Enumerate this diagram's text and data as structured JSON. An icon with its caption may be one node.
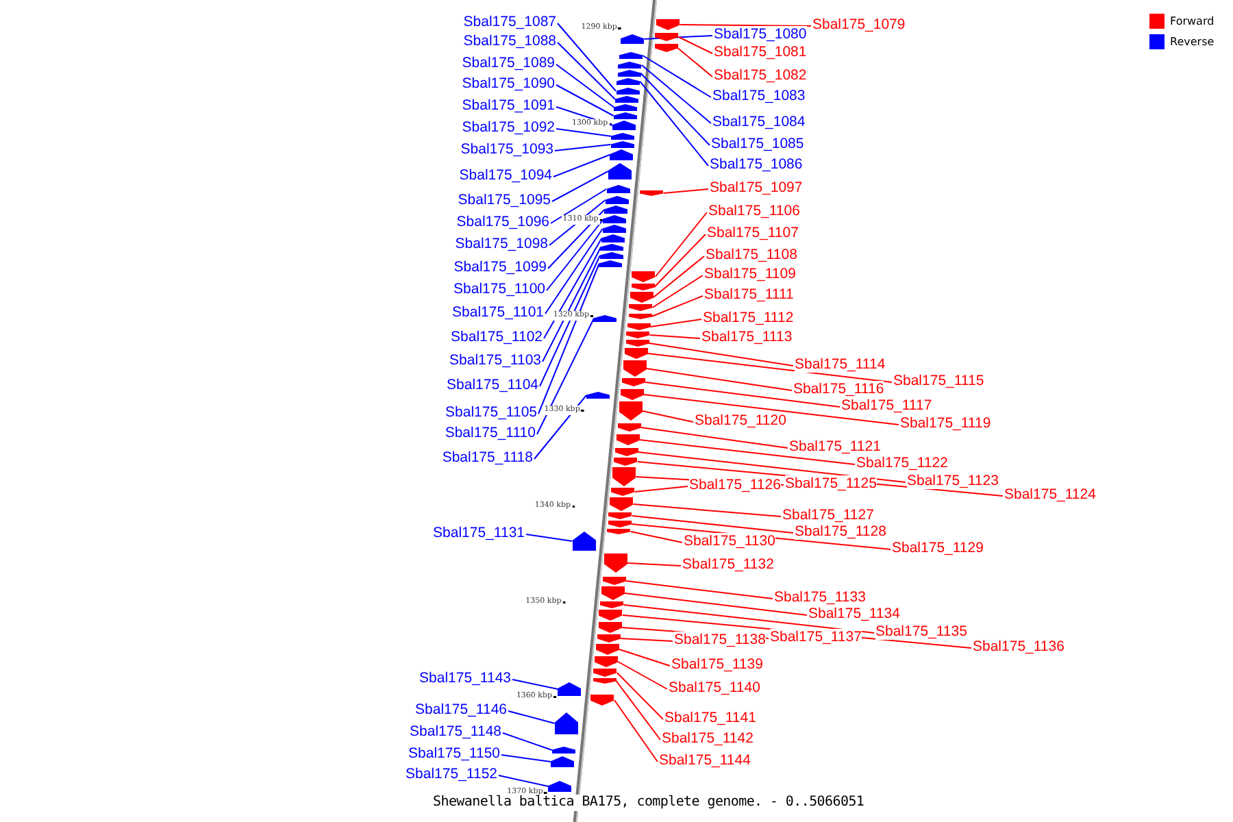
{
  "diagram": {
    "caption": "Shewanella baltica BA175, complete genome. - 0..5066051",
    "nodes": [
      {
        "text": [
          "Sbal175_1087"
        ]
      },
      {
        "text": [
          "Sbal175_1088"
        ]
      },
      {
        "text": [
          "Sbal175_1089"
        ]
      },
      {
        "text": [
          "Sbal175_1090"
        ]
      },
      {
        "text": [
          "Sbal175_1091"
        ]
      },
      {
        "text": [
          "Sbal175_1092"
        ]
      },
      {
        "text": [
          "Sbal175_1093"
        ]
      },
      {
        "text": [
          "Sbal175_1094"
        ]
      },
      {
        "text": [
          "Sbal175_1095"
        ]
      },
      {
        "text": [
          "Sbal175_1096"
        ]
      },
      {
        "text": [
          "Sbal175_1098"
        ]
      },
      {
        "text": [
          "Sbal175_1099"
        ]
      },
      {
        "text": [
          "Sbal175_1100"
        ]
      },
      {
        "text": [
          "Sbal175_1101"
        ]
      },
      {
        "text": [
          "Sbal175_1102"
        ]
      },
      {
        "text": [
          "Sbal175_1103"
        ]
      },
      {
        "text": [
          "Sbal175_1104"
        ]
      },
      {
        "text": [
          "Sbal175_1105"
        ]
      },
      {
        "text": [
          "Sbal175_1110"
        ]
      },
      {
        "text": [
          "Sbal175_1118"
        ]
      },
      {
        "text": [
          "Sbal175_1131"
        ]
      },
      {
        "text": [
          "Sbal175_1143"
        ]
      },
      {
        "text": [
          "Sbal175_1146"
        ]
      },
      {
        "text": [
          "Sbal175_1148"
        ]
      },
      {
        "text": [
          "Sbal175_1150"
        ]
      },
      {
        "text": [
          "Sbal175_1152"
        ]
      },
      {
        "text": [
          "Sbal175_1079"
        ]
      },
      {
        "text": [
          "Sbal175_1080"
        ]
      },
      {
        "text": [
          "Sbal175_1081"
        ]
      },
      {
        "text": [
          "Sbal175_1082"
        ]
      },
      {
        "text": [
          "Sbal175_1083"
        ]
      },
      {
        "text": [
          "Sbal175_1084"
        ]
      },
      {
        "text": [
          "Sbal175_1085"
        ]
      },
      {
        "text": [
          "Sbal175_1086"
        ]
      },
      {
        "text": [
          "Sbal175_1097"
        ]
      },
      {
        "text": [
          "Sbal175_1106"
        ]
      },
      {
        "text": [
          "Sbal175_1107"
        ]
      },
      {
        "text": [
          "Sbal175_1108"
        ]
      },
      {
        "text": [
          "Sbal175_1109"
        ]
      },
      {
        "text": [
          "Sbal175_1111"
        ]
      },
      {
        "text": [
          "Sbal175_1112"
        ]
      },
      {
        "text": [
          "Sbal175_1113"
        ]
      },
      {
        "text": [
          "Sbal175_1114"
        ]
      },
      {
        "text": [
          "Sbal175_1115"
        ]
      },
      {
        "text": [
          "Sbal175_1116"
        ]
      },
      {
        "text": [
          "Sbal175_1117"
        ]
      },
      {
        "text": [
          "Sbal175_1119"
        ]
      },
      {
        "text": [
          "Sbal175_1120"
        ]
      },
      {
        "text": [
          "Sbal175_1121"
        ]
      },
      {
        "text": [
          "Sbal175_1122"
        ]
      },
      {
        "text": [
          "Sbal175_1123"
        ]
      },
      {
        "text": [
          "Sbal175_1124"
        ]
      },
      {
        "text": [
          "Sbal175_1125"
        ]
      },
      {
        "text": [
          "Sbal175_1126"
        ]
      },
      {
        "text": [
          "Sbal175_1127"
        ]
      },
      {
        "text": [
          "Sbal175_1128"
        ]
      },
      {
        "text": [
          "Sbal175_1129"
        ]
      },
      {
        "text": [
          "Sbal175_1130"
        ]
      },
      {
        "text": [
          "Sbal175_1132"
        ]
      },
      {
        "text": [
          "Sbal175_1133"
        ]
      },
      {
        "text": [
          "Sbal175_1134"
        ]
      },
      {
        "text": [
          "Sbal175_1135"
        ]
      },
      {
        "text": [
          "Sbal175_1136"
        ]
      },
      {
        "text": [
          "Sbal175_1137"
        ]
      },
      {
        "text": [
          "Sbal175_1138"
        ]
      },
      {
        "text": [
          "Sbal175_1139"
        ]
      },
      {
        "text": [
          "Sbal175_1140"
        ]
      },
      {
        "text": [
          "Sbal175_1141"
        ]
      },
      {
        "text": [
          "Sbal175_1142"
        ]
      },
      {
        "text": [
          "Sbal175_1144"
        ]
      },
      {
        "text": [],
        "shape": "arrow"
      },
      {
        "text": [],
        "shape": "arrow"
      },
      {
        "text": [],
        "shape": "arrow"
      },
      {
        "text": [],
        "shape": "arrow"
      },
      {
        "text": [],
        "shape": "arrow"
      },
      {
        "text": [],
        "shape": "arrow"
      },
      {
        "text": [],
        "shape": "arrow"
      },
      {
        "text": [],
        "shape": "arrow"
      },
      {
        "text": [],
        "shape": "arrow"
      },
      {
        "text": [],
        "shape": "arrow"
      },
      {
        "text": [],
        "shape": "arrow"
      },
      {
        "text": [],
        "shape": "arrow"
      },
      {
        "text": [],
        "shape": "arrow"
      },
      {
        "text": [],
        "shape": "arrow"
      },
      {
        "text": [],
        "shape": "arrow"
      },
      {
        "text": [],
        "shape": "arrow"
      },
      {
        "text": [],
        "shape": "arrow"
      },
      {
        "text": [],
        "shape": "arrow"
      },
      {
        "text": [],
        "shape": "arrow"
      },
      {
        "text": [],
        "shape": "arrow"
      },
      {
        "text": [],
        "shape": "arrow"
      },
      {
        "text": [],
        "shape": "arrow"
      },
      {
        "text": [],
        "shape": "arrow"
      },
      {
        "text": [],
        "shape": "arrow"
      },
      {
        "text": [],
        "shape": "arrow"
      },
      {
        "text": [],
        "shape": "arrow"
      },
      {
        "text": [],
        "shape": "arrow"
      },
      {
        "text": [],
        "shape": "arrow"
      },
      {
        "text": [],
        "shape": "arrow"
      },
      {
        "text": [],
        "shape": "arrow"
      },
      {
        "text": [],
        "shape": "arrow"
      },
      {
        "text": [],
        "shape": "arrow"
      },
      {
        "text": [],
        "shape": "arrow"
      },
      {
        "text": [],
        "shape": "arrow"
      },
      {
        "text": [],
        "shape": "arrow"
      },
      {
        "text": [],
        "shape": "arrow"
      },
      {
        "text": [],
        "shape": "arrow"
      },
      {
        "text": [],
        "shape": "arrow"
      },
      {
        "text": [],
        "shape": "arrow"
      },
      {
        "text": [],
        "shape": "arrow"
      },
      {
        "text": [],
        "shape": "arrow"
      },
      {
        "text": [],
        "shape": "arrow"
      },
      {
        "text": [],
        "shape": "arrow"
      },
      {
        "text": [],
        "shape": "arrow"
      },
      {
        "text": [],
        "shape": "arrow"
      },
      {
        "text": [],
        "shape": "arrow"
      },
      {
        "text": [],
        "shape": "arrow"
      },
      {
        "text": [],
        "shape": "arrow"
      },
      {
        "text": [],
        "shape": "arrow"
      },
      {
        "text": [],
        "shape": "arrow"
      },
      {
        "text": [],
        "shape": "arrow"
      },
      {
        "text": [],
        "shape": "arrow"
      },
      {
        "text": [],
        "shape": "arrow"
      },
      {
        "text": [],
        "shape": "arrow"
      },
      {
        "text": [],
        "shape": "arrow"
      },
      {
        "text": [],
        "shape": "arrow"
      },
      {
        "text": [],
        "shape": "arrow"
      },
      {
        "text": [],
        "shape": "arrow"
      },
      {
        "text": [],
        "shape": "arrow"
      },
      {
        "text": [],
        "shape": "arrow"
      },
      {
        "text": [],
        "shape": "arrow"
      },
      {
        "text": [],
        "shape": "arrow"
      },
      {
        "text": [],
        "shape": "arrow"
      },
      {
        "text": [],
        "shape": "arrow"
      },
      {
        "text": [],
        "shape": "arrow"
      },
      {
        "text": [],
        "shape": "arrow"
      },
      {
        "text": [],
        "shape": "arrow"
      },
      {
        "text": [],
        "shape": "arrow"
      },
      {
        "text": [],
        "shape": "arrow"
      },
      {
        "text": [],
        "shape": "arrow"
      }
    ],
    "edges": [
      {
        "from": 0,
        "to": 78,
        "arrow": "none",
        "color": "#0000ff"
      },
      {
        "from": 1,
        "to": 79,
        "arrow": "none",
        "color": "#0000ff"
      },
      {
        "from": 2,
        "to": 80,
        "arrow": "none",
        "color": "#0000ff"
      },
      {
        "from": 3,
        "to": 81,
        "arrow": "none",
        "color": "#0000ff"
      },
      {
        "from": 4,
        "to": 82,
        "arrow": "none",
        "color": "#0000ff"
      },
      {
        "from": 5,
        "to": 83,
        "arrow": "none",
        "color": "#0000ff"
      },
      {
        "from": 6,
        "to": 84,
        "arrow": "none",
        "color": "#0000ff"
      },
      {
        "from": 7,
        "to": 85,
        "arrow": "none",
        "color": "#0000ff"
      },
      {
        "from": 8,
        "to": 86,
        "arrow": "none",
        "color": "#0000ff"
      },
      {
        "from": 9,
        "to": 87,
        "arrow": "none",
        "color": "#0000ff"
      },
      {
        "from": 10,
        "to": 89,
        "arrow": "none",
        "color": "#0000ff"
      },
      {
        "from": 11,
        "to": 90,
        "arrow": "none",
        "color": "#0000ff"
      },
      {
        "from": 12,
        "to": 91,
        "arrow": "none",
        "color": "#0000ff"
      },
      {
        "from": 13,
        "to": 92,
        "arrow": "none",
        "color": "#0000ff"
      },
      {
        "from": 14,
        "to": 93,
        "arrow": "none",
        "color": "#0000ff"
      },
      {
        "from": 15,
        "to": 94,
        "arrow": "none",
        "color": "#0000ff"
      },
      {
        "from": 16,
        "to": 95,
        "arrow": "none",
        "color": "#0000ff"
      },
      {
        "from": 17,
        "to": 96,
        "arrow": "none",
        "color": "#0000ff"
      },
      {
        "from": 18,
        "to": 102,
        "arrow": "none",
        "color": "#0000ff"
      },
      {
        "from": 19,
        "to": 109,
        "arrow": "none",
        "color": "#0000ff"
      },
      {
        "from": 20,
        "to": 122,
        "arrow": "none",
        "color": "#0000ff"
      },
      {
        "from": 21,
        "to": 135,
        "arrow": "none",
        "color": "#0000ff"
      },
      {
        "from": 22,
        "to": 136,
        "arrow": "none",
        "color": "#0000ff"
      },
      {
        "from": 23,
        "to": 137,
        "arrow": "none",
        "color": "#0000ff"
      },
      {
        "from": 24,
        "to": 138,
        "arrow": "none",
        "color": "#0000ff"
      },
      {
        "from": 25,
        "to": 139,
        "arrow": "none",
        "color": "#0000ff"
      },
      {
        "from": 26,
        "to": 70,
        "arrow": "none"
      },
      {
        "from": 27,
        "to": 71,
        "arrow": "none",
        "color": "#0000ff"
      },
      {
        "from": 28,
        "to": 72,
        "arrow": "none"
      },
      {
        "from": 29,
        "to": 73,
        "arrow": "none"
      },
      {
        "from": 30,
        "to": 74,
        "arrow": "none",
        "color": "#0000ff"
      },
      {
        "from": 31,
        "to": 75,
        "arrow": "none",
        "color": "#0000ff"
      },
      {
        "from": 32,
        "to": 76,
        "arrow": "none",
        "color": "#0000ff"
      },
      {
        "from": 33,
        "to": 77,
        "arrow": "none",
        "color": "#0000ff"
      },
      {
        "from": 34,
        "to": 88,
        "arrow": "none"
      },
      {
        "from": 35,
        "to": 97,
        "arrow": "none"
      },
      {
        "from": 36,
        "to": 98,
        "arrow": "none"
      },
      {
        "from": 37,
        "to": 99,
        "arrow": "none"
      },
      {
        "from": 38,
        "to": 100,
        "arrow": "none"
      },
      {
        "from": 39,
        "to": 101,
        "arrow": "none"
      },
      {
        "from": 40,
        "to": 103,
        "arrow": "none"
      },
      {
        "from": 41,
        "to": 104,
        "arrow": "none"
      },
      {
        "from": 42,
        "to": 105,
        "arrow": "none"
      },
      {
        "from": 43,
        "to": 106,
        "arrow": "none"
      },
      {
        "from": 44,
        "to": 107,
        "arrow": "none"
      },
      {
        "from": 45,
        "to": 108,
        "arrow": "none"
      },
      {
        "from": 46,
        "to": 110,
        "arrow": "none"
      },
      {
        "from": 47,
        "to": 111,
        "arrow": "none"
      },
      {
        "from": 48,
        "to": 112,
        "arrow": "none"
      },
      {
        "from": 49,
        "to": 113,
        "arrow": "none"
      },
      {
        "from": 50,
        "to": 114,
        "arrow": "none"
      },
      {
        "from": 51,
        "to": 115,
        "arrow": "none"
      },
      {
        "from": 52,
        "to": 116,
        "arrow": "none"
      },
      {
        "from": 53,
        "to": 117,
        "arrow": "none"
      },
      {
        "from": 54,
        "to": 118,
        "arrow": "none"
      },
      {
        "from": 55,
        "to": 119,
        "arrow": "none"
      },
      {
        "from": 56,
        "to": 120,
        "arrow": "none"
      },
      {
        "from": 57,
        "to": 121,
        "arrow": "none"
      },
      {
        "from": 58,
        "to": 123,
        "arrow": "none"
      },
      {
        "from": 59,
        "to": 124,
        "arrow": "none"
      },
      {
        "from": 60,
        "to": 125,
        "arrow": "none"
      },
      {
        "from": 61,
        "to": 126,
        "arrow": "none"
      },
      {
        "from": 62,
        "to": 127,
        "arrow": "none"
      },
      {
        "from": 63,
        "to": 128,
        "arrow": "none"
      },
      {
        "from": 64,
        "to": 129,
        "arrow": "none"
      },
      {
        "from": 65,
        "to": 130,
        "arrow": "none"
      },
      {
        "from": 66,
        "to": 131,
        "arrow": "none"
      },
      {
        "from": 67,
        "to": 132,
        "arrow": "none"
      },
      {
        "from": 68,
        "to": 133,
        "arrow": "none"
      },
      {
        "from": 69,
        "to": 134,
        "arrow": "none"
      }
    ],
    "labels": [
      "1290 kbp",
      "1300 kbp",
      "1310 kbp",
      "1320 kbp",
      "1330 kbp",
      "1340 kbp",
      "1350 kbp",
      "1360 kbp",
      "1370 kbp"
    ],
    "legend": [
      {
        "text": "Forward",
        "color": "#ff0000"
      },
      {
        "text": "Reverse",
        "color": "#0000ff"
      }
    ]
  }
}
